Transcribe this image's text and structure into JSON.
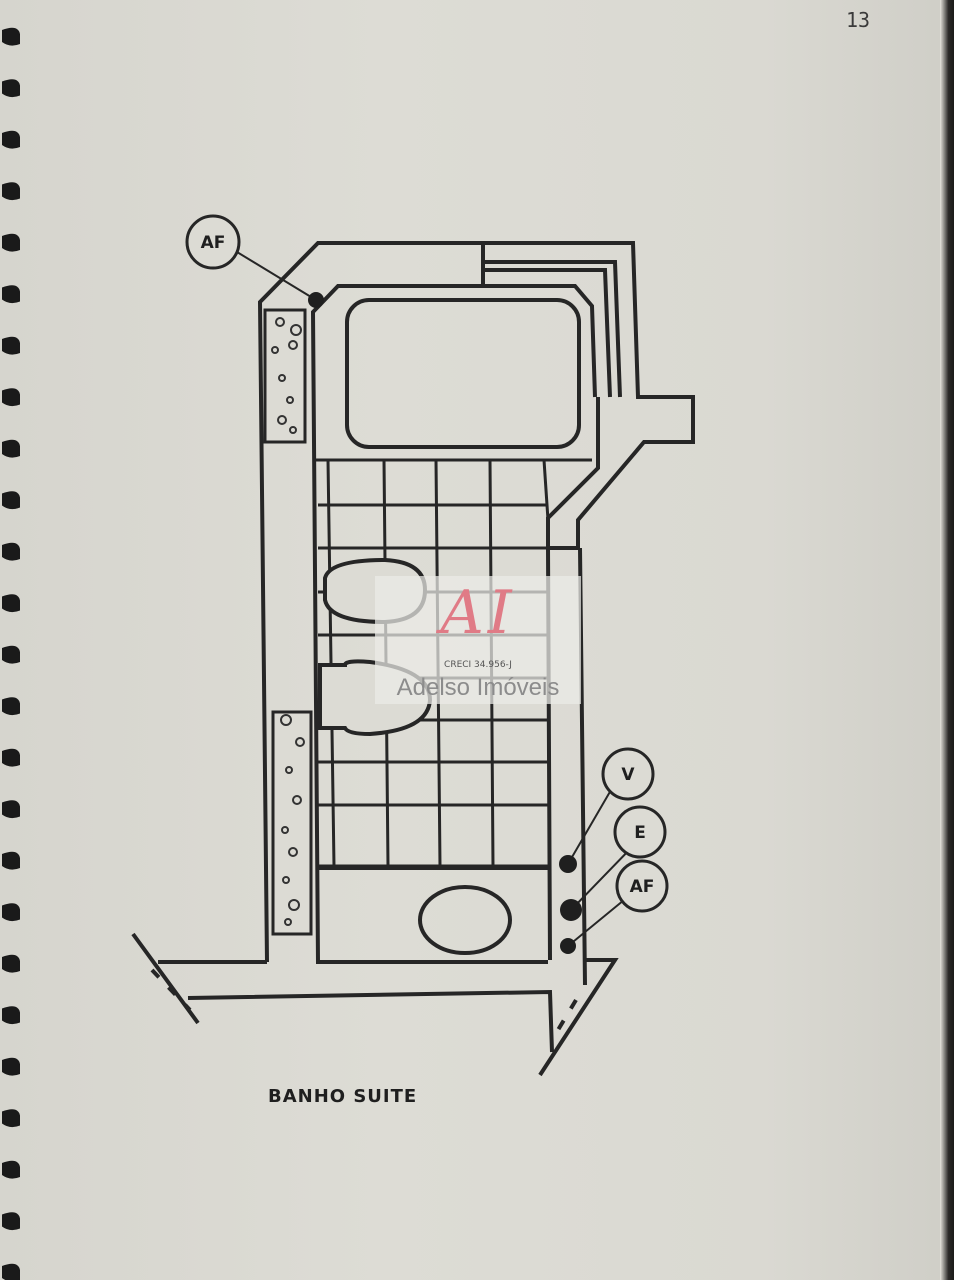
{
  "page_number": "13",
  "caption": "BANHO SUITE",
  "markers": {
    "top": "AF",
    "v": "V",
    "e": "E",
    "af_bottom": "AF"
  },
  "watermark": {
    "monogram": "AI",
    "creci": "CRECI 34.956-J",
    "brand": "Adelso Imóveis",
    "monogram_color": "#e07b86"
  },
  "line_color": "#262626"
}
